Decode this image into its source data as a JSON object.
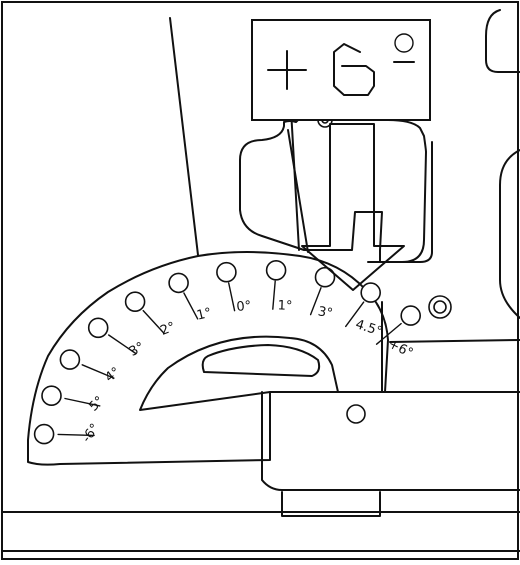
{
  "readout": {
    "sign": "+",
    "value": "6",
    "unit": "º"
  },
  "scale": {
    "marks": [
      {
        "label": "-6°"
      },
      {
        "label": "5°"
      },
      {
        "label": "4°"
      },
      {
        "label": "3°"
      },
      {
        "label": "2°"
      },
      {
        "label": "1°"
      },
      {
        "label": "0°"
      },
      {
        "label": "1°"
      },
      {
        "label": "3°"
      },
      {
        "label": "4.5°"
      },
      {
        "label": "+6°"
      }
    ]
  },
  "selected_position": "+6°"
}
